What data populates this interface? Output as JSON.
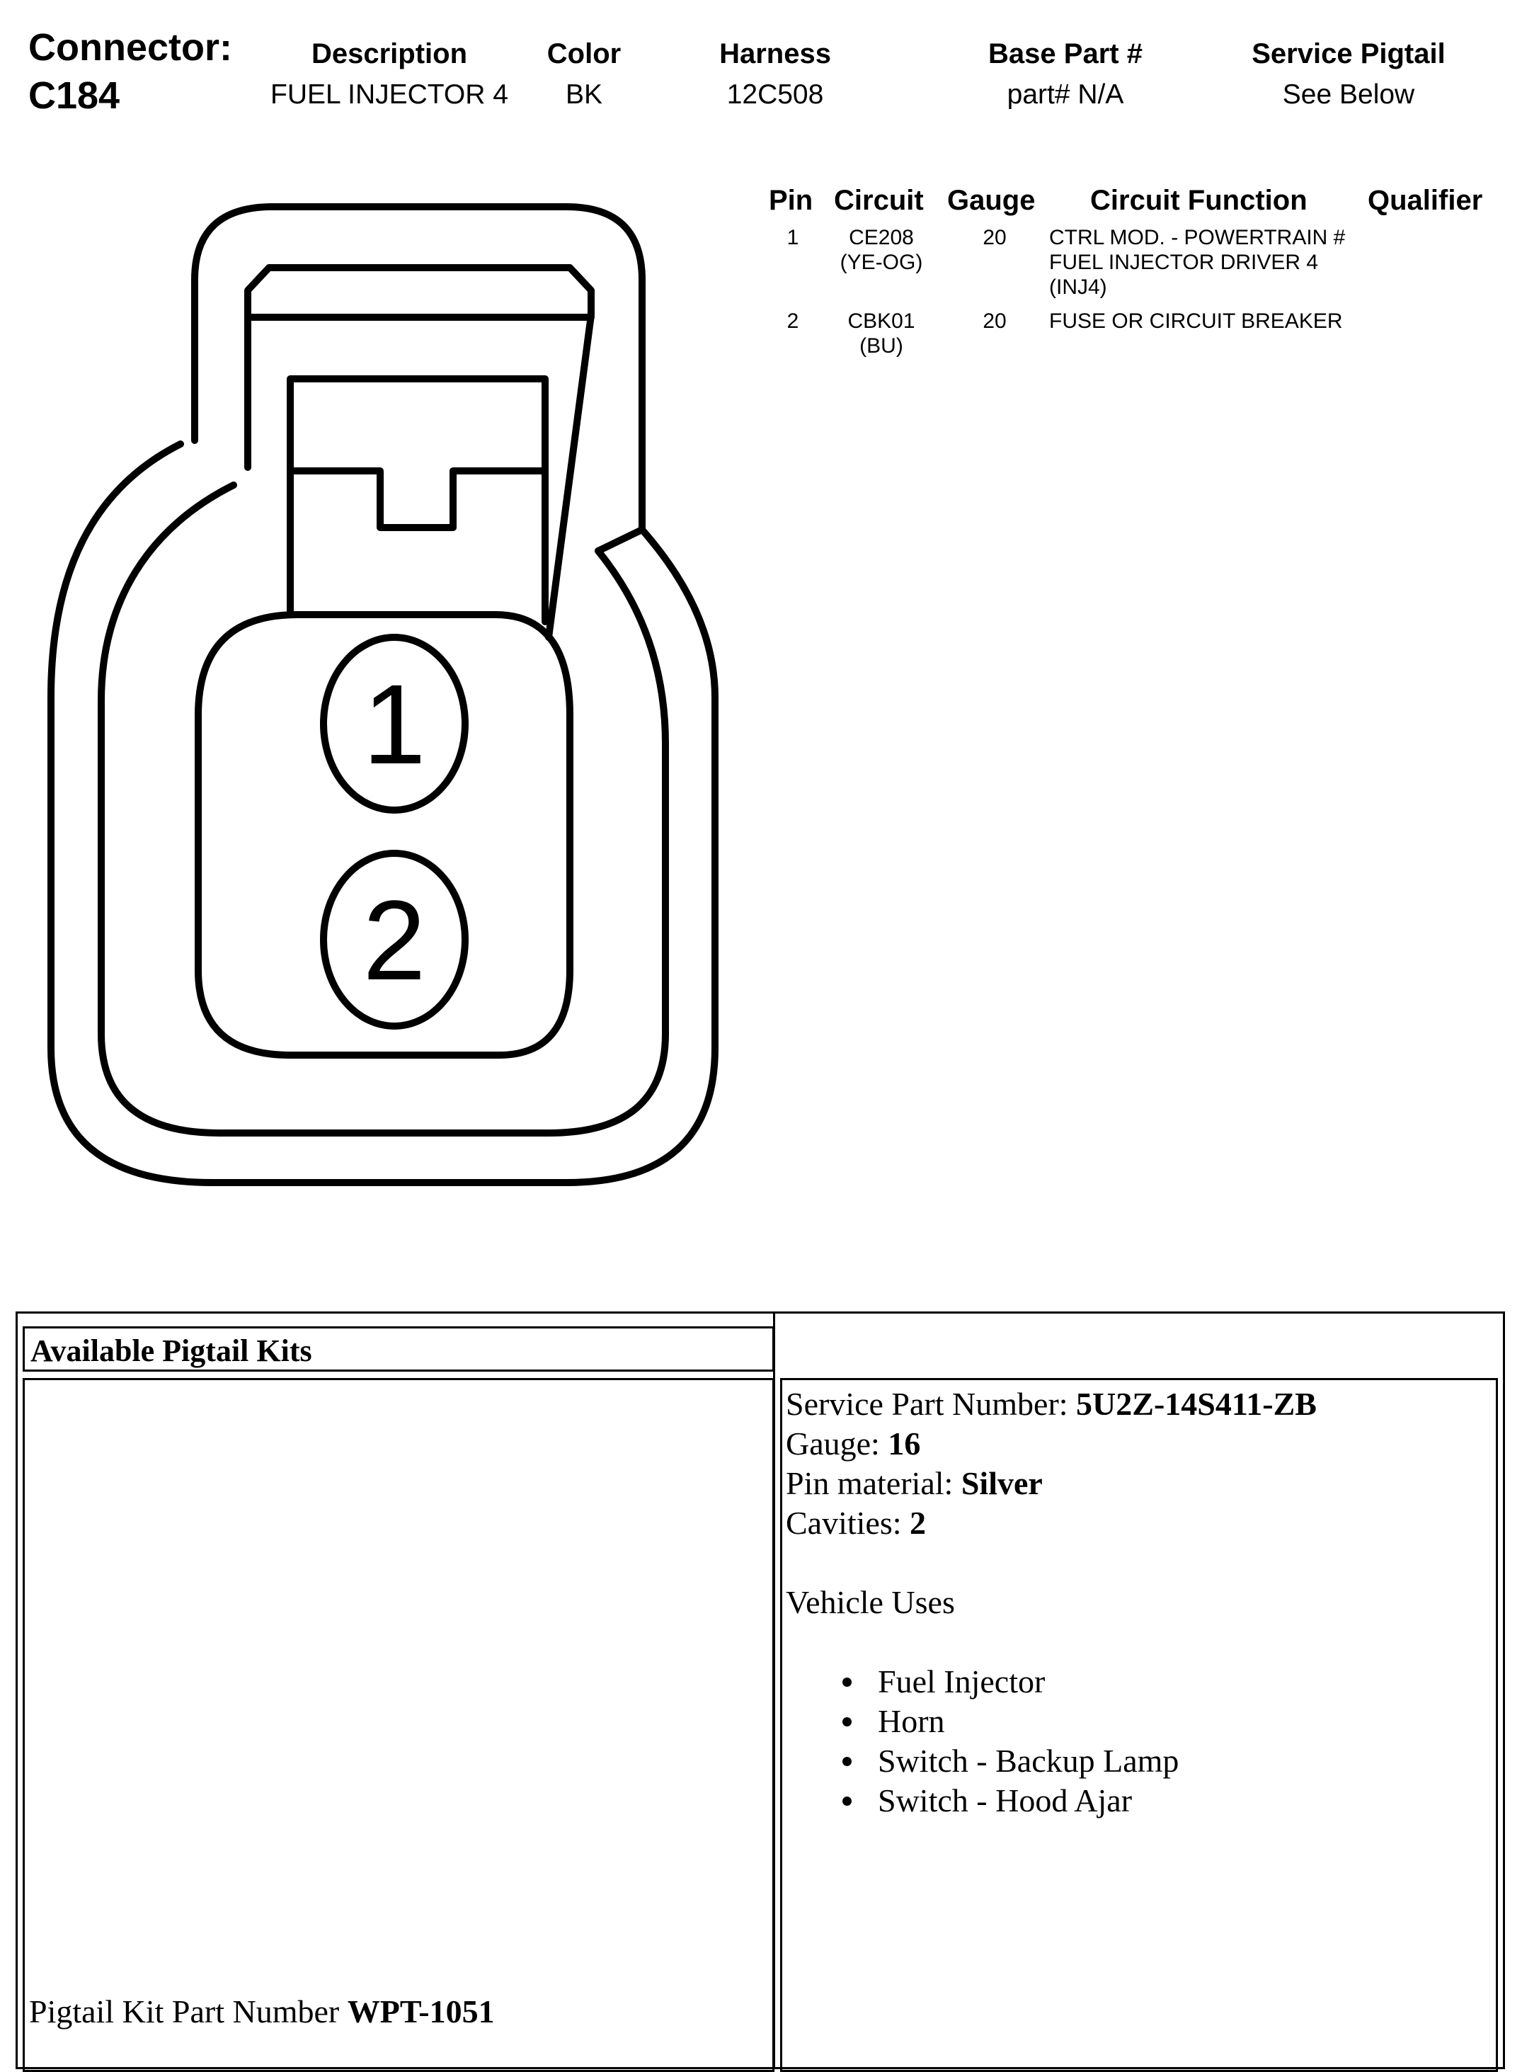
{
  "connector": {
    "label": "Connector:",
    "id": "C184",
    "columns": [
      {
        "header": "Description",
        "value": "FUEL INJECTOR 4"
      },
      {
        "header": "Color",
        "value": "BK"
      },
      {
        "header": "Harness",
        "value": "12C508"
      },
      {
        "header": "Base Part #",
        "value": "part# N/A"
      },
      {
        "header": "Service Pigtail",
        "value": "See Below"
      }
    ]
  },
  "pin_table": {
    "headers": {
      "pin": "Pin",
      "circuit": "Circuit",
      "gauge": "Gauge",
      "function": "Circuit Function",
      "qualifier": "Qualifier"
    },
    "rows": [
      {
        "pin": "1",
        "circuit": "CE208",
        "circuit_color": "(YE-OG)",
        "gauge": "20",
        "function": [
          "CTRL MOD. - POWERTRAIN #",
          "FUEL INJECTOR DRIVER 4",
          "(INJ4)"
        ]
      },
      {
        "pin": "2",
        "circuit": "CBK01",
        "circuit_color": "(BU)",
        "gauge": "20",
        "function": [
          "FUSE OR CIRCUIT BREAKER"
        ]
      }
    ]
  },
  "diagram": {
    "pin_labels": [
      "1",
      "2"
    ]
  },
  "pigtail": {
    "title": "Available Pigtail Kits",
    "kit_label": "Pigtail Kit Part Number",
    "kit_number": "WPT-1051",
    "service_part_label": "Service Part Number:",
    "service_part_number": "5U2Z-14S411-ZB",
    "gauge_label": "Gauge:",
    "gauge_value": "16",
    "pin_material_label": "Pin material:",
    "pin_material_value": "Silver",
    "cavities_label": "Cavities:",
    "cavities_value": "2",
    "vehicle_uses_label": "Vehicle Uses",
    "vehicle_uses": [
      "Fuel Injector",
      "Horn",
      "Switch - Backup Lamp",
      "Switch - Hood Ajar"
    ]
  }
}
